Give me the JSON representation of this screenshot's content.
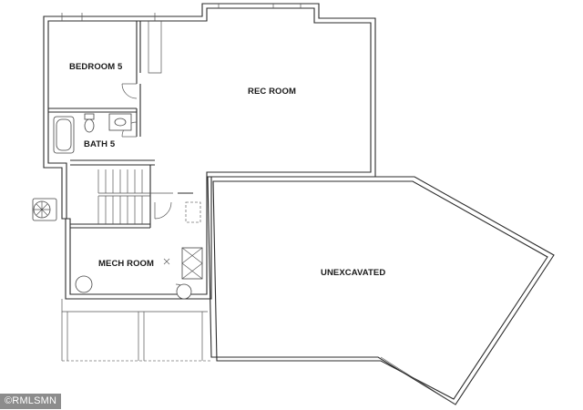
{
  "rooms": {
    "bedroom": "BEDROOM 5",
    "rec_room": "REC ROOM",
    "bath": "BATH 5",
    "mech_room": "MECH ROOM",
    "unexcavated": "UNEXCAVATED"
  },
  "watermark": "©RMLSMN"
}
